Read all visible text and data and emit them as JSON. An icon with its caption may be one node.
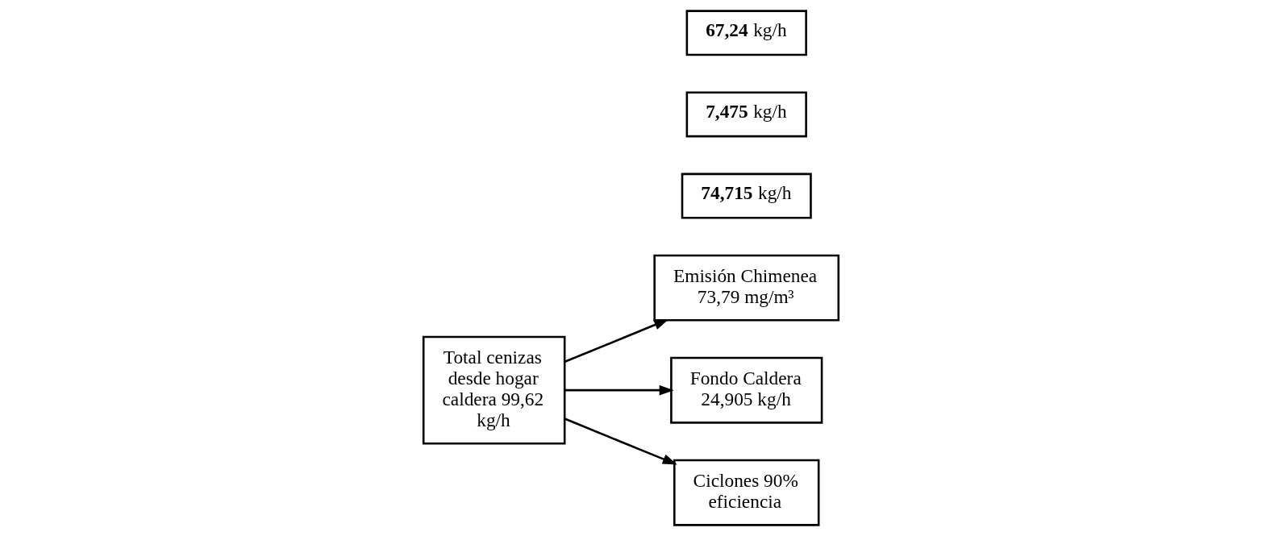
{
  "diagram": {
    "nodes": [
      {
        "text": [
          "Total cenizas desde hogar caldera 99,62 kg/h"
        ]
      },
      {
        "text": [
          "**74,715** kg/h"
        ]
      },
      {
        "text": [
          "**7,475** kg/h"
        ]
      },
      {
        "text": [
          "Emisión Chimenea 73,79 mg/m³"
        ]
      },
      {
        "text": [
          "Fondo Caldera 24,905 kg/h"
        ]
      },
      {
        "text": [
          "Ciclones 90% eficiencia"
        ]
      },
      {
        "text": [
          "**67,24** kg/h"
        ]
      }
    ],
    "edges": [
      {
        "from": 0,
        "to": 3,
        "arrow": "to"
      },
      {
        "from": 0,
        "to": 4,
        "arrow": "to"
      },
      {
        "from": 0,
        "to": 5,
        "arrow": "to"
      }
    ]
  }
}
